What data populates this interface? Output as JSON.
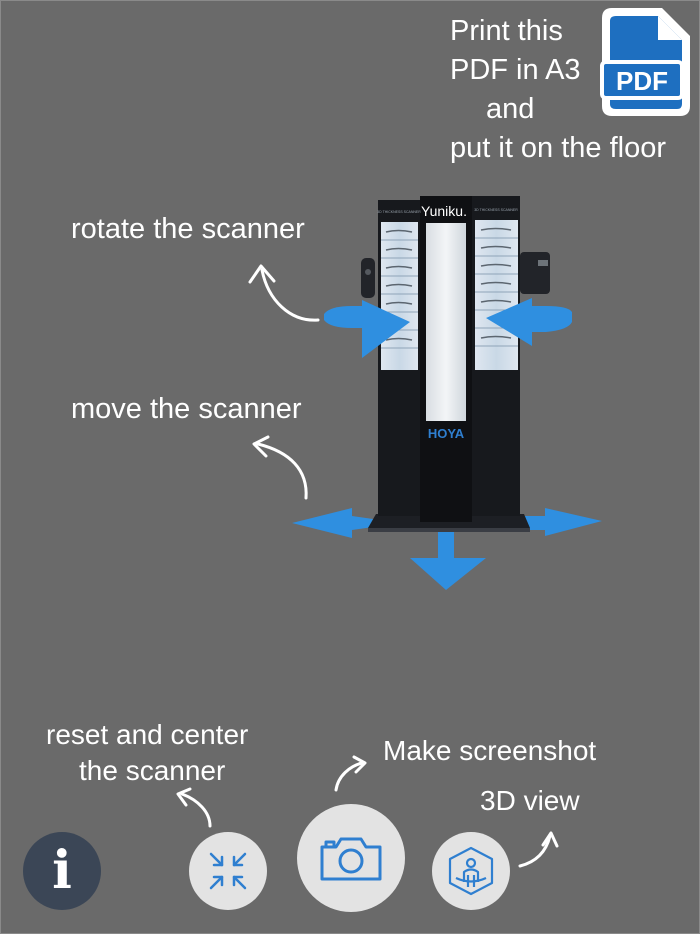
{
  "instructions": {
    "pdf_note_lines": [
      "Print this",
      "PDF in A3",
      "and",
      "put it on the floor"
    ],
    "pdf_badge": "PDF",
    "rotate_hint": "rotate the scanner",
    "move_hint": "move the scanner",
    "reset_hint_lines": [
      "reset and center",
      "the scanner"
    ],
    "screenshot_hint": "Make screenshot",
    "view3d_hint": "3D view"
  },
  "scanner_model": {
    "brand_logo": "Yuniku.",
    "maker_logo": "HOYA",
    "panel_caption": "3D THICKNESS SCANNER"
  },
  "controls": {
    "info_button": "i",
    "reset_icon": "collapse-arrows-icon",
    "screenshot_icon": "camera-icon",
    "view3d_icon": "cube-person-icon"
  },
  "colors": {
    "background": "#6a6a6a",
    "accent_blue": "#2f8fe0",
    "icon_blue": "#2f7fd0",
    "pdf_blue": "#1e6fc0",
    "info_button_bg": "#3b4656",
    "light_button_bg": "#e3e3e3"
  }
}
